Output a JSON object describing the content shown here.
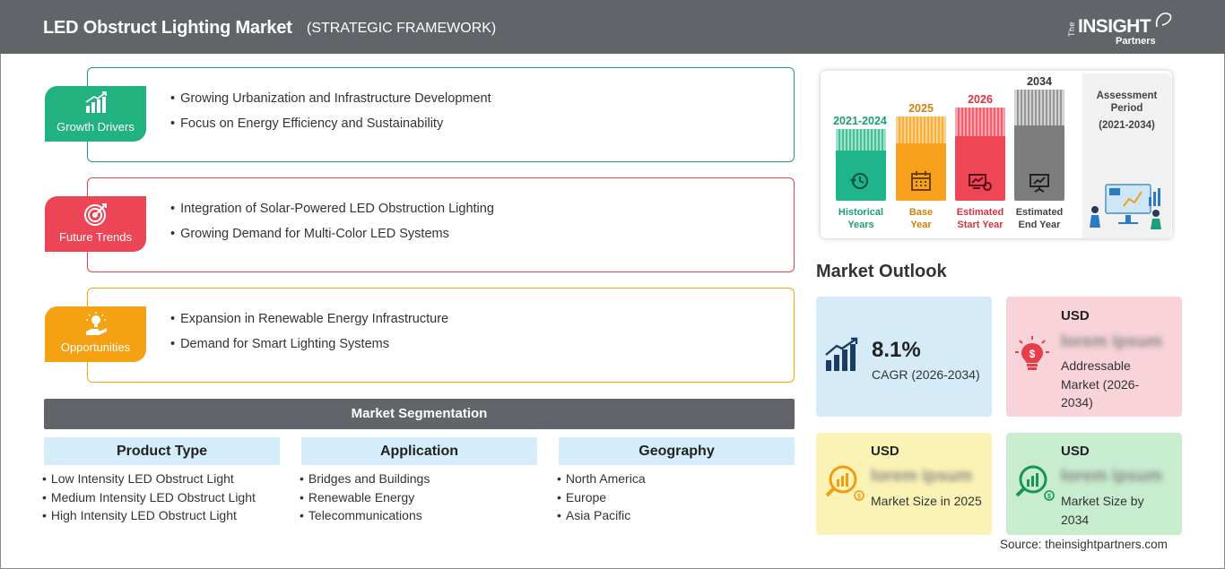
{
  "header": {
    "title": "LED Obstruct Lighting Market",
    "subtitle": "(STRATEGIC FRAMEWORK)",
    "logo": {
      "the": "The",
      "insight": "INSIGHT",
      "partners": "Partners"
    }
  },
  "framework": [
    {
      "badge": "Growth Drivers",
      "icon": "growth-chart-icon",
      "color": "#22b27f",
      "items": [
        "Growing Urbanization and Infrastructure Development",
        "Focus on Energy Efficiency and Sustainability"
      ]
    },
    {
      "badge": "Future Trends",
      "icon": "target-icon",
      "color": "#eb4556",
      "items": [
        "Integration of Solar-Powered LED Obstruction Lighting",
        "Growing Demand for Multi-Color LED Systems"
      ]
    },
    {
      "badge": "Opportunities",
      "icon": "lightbulb-hand-icon",
      "color": "#f4a112",
      "items": [
        "Expansion in Renewable Energy Infrastructure",
        "Demand for Smart Lighting Systems"
      ]
    }
  ],
  "segmentation": {
    "title": "Market Segmentation",
    "columns": [
      {
        "heading": "Product Type",
        "items": [
          "Low Intensity LED Obstruct Light",
          "Medium Intensity LED Obstruct Light",
          "High Intensity LED Obstruct Light"
        ]
      },
      {
        "heading": "Application",
        "items": [
          "Bridges and Buildings",
          "Renewable Energy",
          "Telecommunications"
        ]
      },
      {
        "heading": "Geography",
        "items": [
          "North America",
          "Europe",
          "Asia Pacific"
        ]
      }
    ]
  },
  "timeline": {
    "columns": [
      {
        "year": "2021-2024",
        "label1": "Historical",
        "label2": "Years",
        "color": "#1fb58a",
        "icon": "history-icon"
      },
      {
        "year": "2025",
        "label1": "Base",
        "label2": "Year",
        "color": "#f7a11c",
        "icon": "calendar-icon"
      },
      {
        "year": "2026",
        "label1": "Estimated",
        "label2": "Start Year",
        "color": "#ee4656",
        "icon": "chart-start-icon"
      },
      {
        "year": "2034",
        "label1": "Estimated",
        "label2": "End Year",
        "color": "#7d7d7d",
        "icon": "presentation-icon"
      }
    ],
    "assessment_title": "Assessment Period",
    "assessment_period": "(2021-2034)"
  },
  "outlook": {
    "title": "Market Outlook",
    "cagr_value": "8.1%",
    "cagr_label": "CAGR (2026-2034)",
    "addressable": {
      "usd": "USD",
      "value": "lorem ipsum",
      "label": "Addressable Market (2026-2034)"
    },
    "size_2025": {
      "usd": "USD",
      "value": "lorem ipsum",
      "label": "Market Size in 2025"
    },
    "size_2034": {
      "usd": "USD",
      "value": "lorem ipsum",
      "label": "Market Size by 2034"
    }
  },
  "source": "Source: theinsightpartners.com"
}
